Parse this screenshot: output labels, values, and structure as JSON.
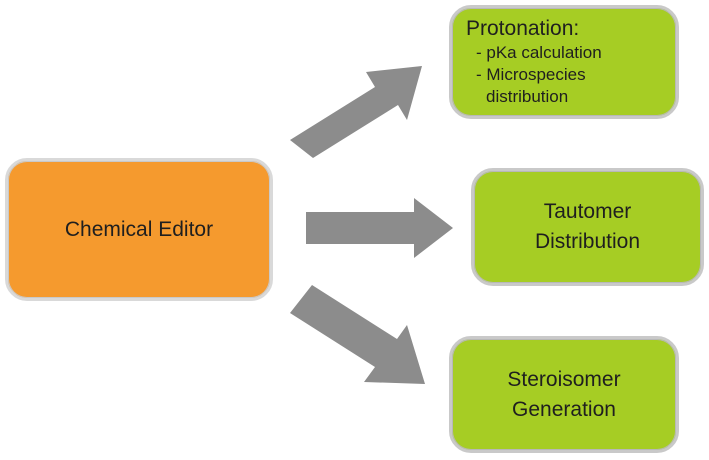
{
  "editor": {
    "label": "Chemical Editor"
  },
  "protonation": {
    "title": "Protonation:",
    "items": [
      "- pKa calculation",
      "- Microspecies",
      "distribution"
    ]
  },
  "tautomer": {
    "line1": "Tautomer",
    "line2": "Distribution"
  },
  "stereo": {
    "line1": "Steroisomer",
    "line2": "Generation"
  },
  "colors": {
    "editor_fill": "#f59a2e",
    "result_fill": "#a6cd24",
    "arrow_fill": "#8c8c8c",
    "border": "#c9c9c9"
  }
}
